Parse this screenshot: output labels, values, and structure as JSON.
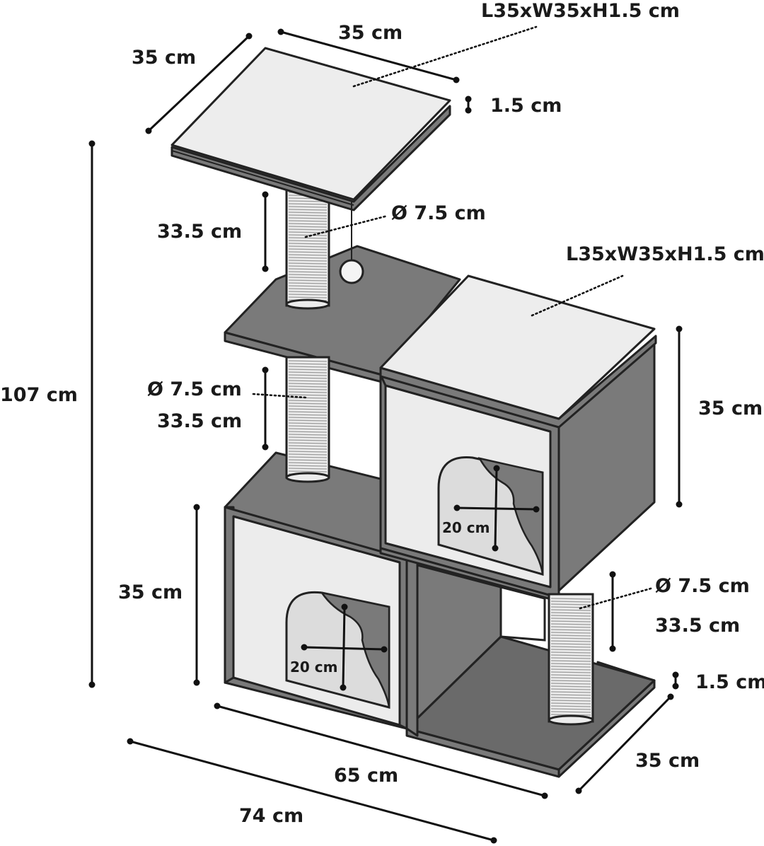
{
  "labels": {
    "top_platform_spec": "L35xW35xH1.5 cm",
    "top_width": "35 cm",
    "top_depth": "35 cm",
    "top_thickness": "1.5 cm",
    "upper_post_height": "33.5 cm",
    "upper_post_diameter": "Ø 7.5 cm",
    "cube_top_spec": "L35xW35xH1.5 cm",
    "total_height": "107 cm",
    "middle_post_diameter": "Ø 7.5 cm",
    "middle_post_height": "33.5 cm",
    "upper_cube_height": "35 cm",
    "upper_hole_diameter": "20 cm",
    "lower_cube_height": "35 cm",
    "lower_hole_diameter": "20 cm",
    "lower_post_diameter": "Ø 7.5 cm",
    "lower_post_height": "33.5 cm",
    "base_thickness": "1.5 cm",
    "base_depth": "35 cm",
    "base_length": "65 cm",
    "overall_width": "74 cm"
  }
}
